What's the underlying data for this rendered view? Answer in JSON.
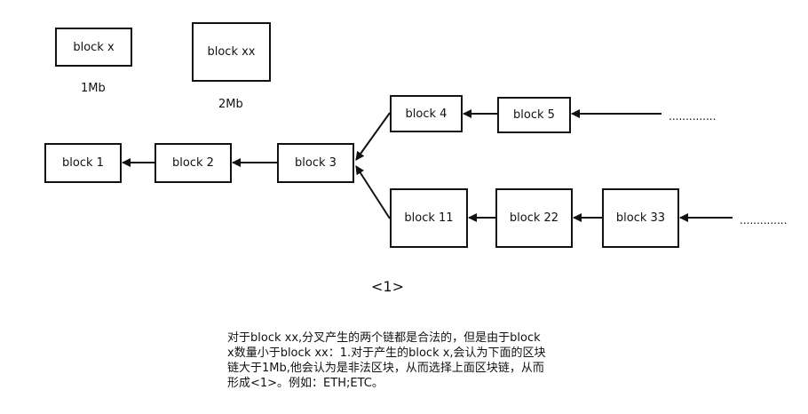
{
  "blocks": {
    "x": "block x",
    "xx": "block xx",
    "b1": "block 1",
    "b2": "block 2",
    "b3": "block 3",
    "b4": "block 4",
    "b5": "block 5",
    "b11": "block 11",
    "b22": "block 22",
    "b33": "block 33"
  },
  "sizes": {
    "x": "1Mb",
    "xx": "2Mb"
  },
  "continuations": {
    "upper": "..............",
    "lower": ".............."
  },
  "caption": "<1>",
  "note": {
    "lines": [
      "对于block xx,分叉产生的两个链都是合法的，但是由于block",
      "x数量小于block xx：1.对于产生的block x,会认为下面的区块",
      "链大于1Mb,他会认为是非法区块，从而选择上面区块链，从而",
      "形成<1>。例如：ETH;ETC。"
    ]
  },
  "colors": {
    "stroke": "#111111",
    "background": "#ffffff"
  }
}
